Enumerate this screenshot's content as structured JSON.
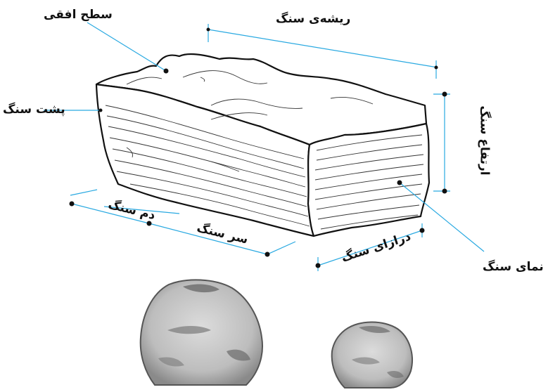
{
  "labels": {
    "horizontal_surface": "سطح افقی",
    "stone_grain": "ریشه‌ی سنگ",
    "stone_back": "پشت سنگ",
    "stone_height": "ارتفاع سنگ",
    "stone_tail": "دم سنگ",
    "stone_head": "سر سنگ",
    "stone_length": "درازای سنگ",
    "stone_face": "نمای سنگ"
  },
  "colors": {
    "leader_line": "#29a9e1",
    "outline": "#111111",
    "texture": "#333333",
    "pebble_fill": "#c9c9c9",
    "pebble_dark": "#6b6b6b"
  }
}
